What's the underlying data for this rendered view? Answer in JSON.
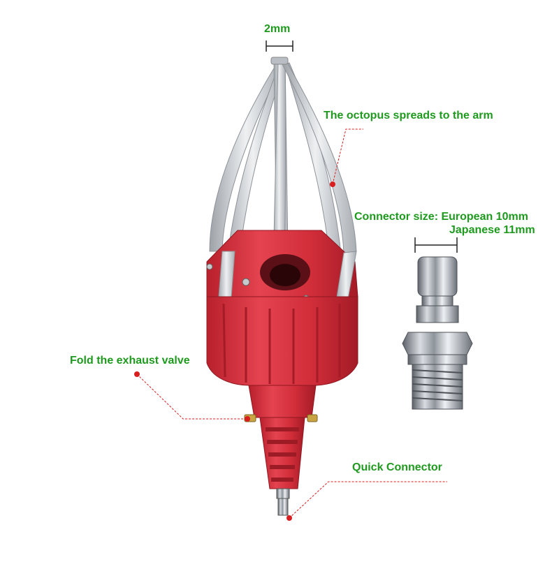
{
  "labels": {
    "width": "2mm",
    "octopus": "The octopus spreads to the arm",
    "connector_line1": "Connector size: European 10mm",
    "connector_line2": "Japanese 11mm",
    "exhaust": "Fold the exhaust valve",
    "quick": "Quick Connector"
  },
  "colors": {
    "label_green": "#1e9a1e",
    "label_dark": "#222222",
    "callout_red": "#d81e1e",
    "body_red": "#d83340",
    "metal": "#c9ccd1"
  }
}
